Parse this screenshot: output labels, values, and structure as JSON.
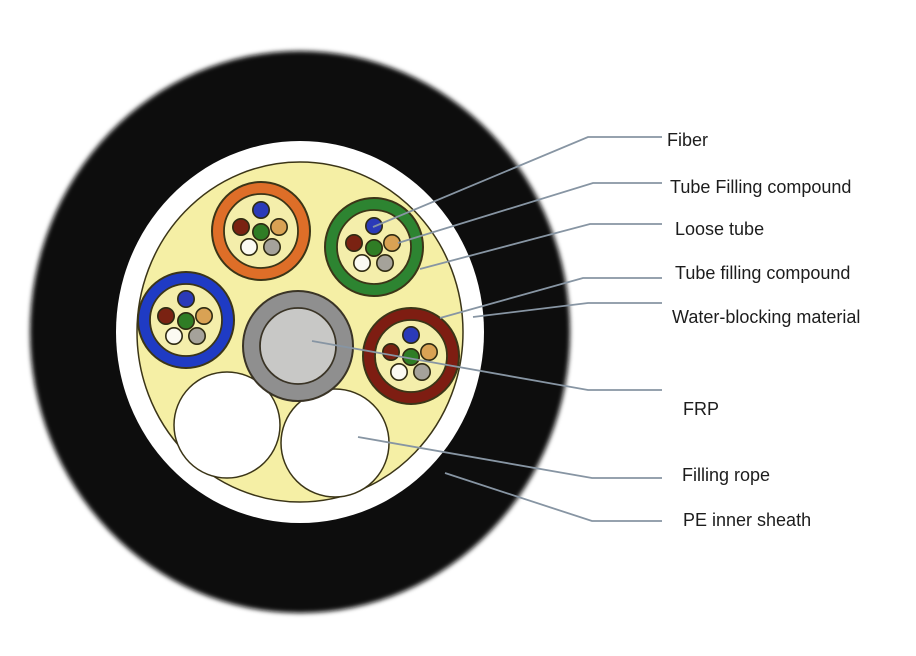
{
  "diagram": {
    "labels": [
      {
        "id": "fiber",
        "text": "Fiber"
      },
      {
        "id": "tube-filling-compound-upper",
        "text": "Tube Filling compound"
      },
      {
        "id": "loose-tube",
        "text": "Loose tube"
      },
      {
        "id": "tube-filling-compound-lower",
        "text": "Tube filling compound"
      },
      {
        "id": "water-blocking-material",
        "text": "Water-blocking material"
      },
      {
        "id": "frp",
        "text": "FRP"
      },
      {
        "id": "filling-rope",
        "text": "Filling rope"
      },
      {
        "id": "pe-inner-sheath",
        "text": "PE inner sheath"
      }
    ],
    "structure": {
      "loose_tube_count": 4,
      "fibers_per_tube": 6,
      "filling_rope_count": 2
    },
    "colors": {
      "outer_sheath": "#0c0c0c",
      "inner_sheath": "#ffffff",
      "water_blocking": "#f5efa5",
      "tube_interior": "#f4eeab",
      "loose_tube_orange": "#de6e28",
      "loose_tube_green": "#2d8431",
      "loose_tube_blue": "#1f3bc4",
      "loose_tube_maroon": "#7e1d12",
      "frp_outer": "#8f8f8f",
      "frp_inner": "#c8c8c6",
      "filling_rope": "#ffffff",
      "fiber_blue": "#2b3ab8",
      "fiber_maroon": "#7a2212",
      "fiber_tan": "#d9a254",
      "fiber_green": "#2f7d25",
      "fiber_white": "#fbfaf2",
      "fiber_gray": "#a5a29a",
      "leader_line": "#8795a3",
      "label_text": "#1d1d1d"
    }
  }
}
